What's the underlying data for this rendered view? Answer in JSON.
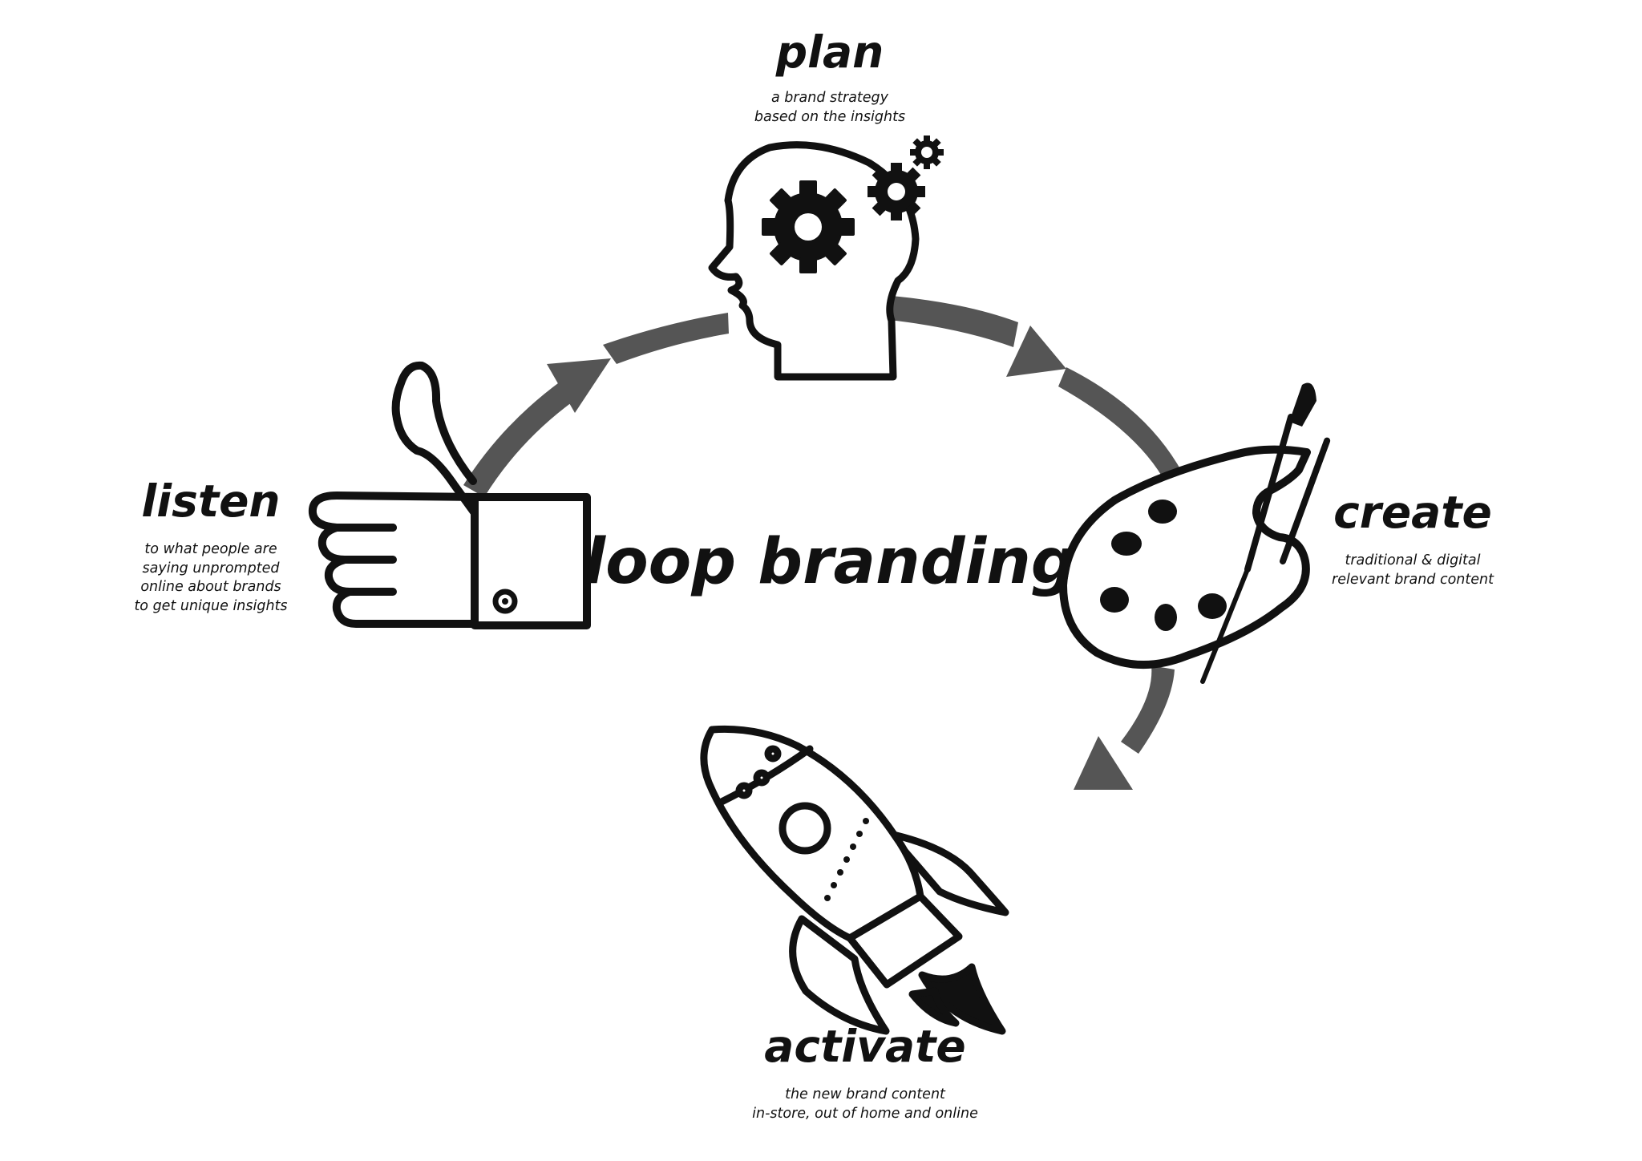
{
  "diagram": {
    "title": "loop branding",
    "colors": {
      "arrow": "#555555",
      "ink": "#111111",
      "background": "#ffffff"
    },
    "steps": [
      {
        "id": "plan",
        "title": "plan",
        "lines": [
          "a brand strategy",
          "based on the insights"
        ],
        "icon": "head-gears-icon"
      },
      {
        "id": "create",
        "title": "create",
        "lines": [
          "traditional & digital",
          "relevant brand content"
        ],
        "icon": "palette-brush-icon"
      },
      {
        "id": "activate",
        "title": "activate",
        "lines": [
          "the new brand content",
          "in-store, out of home and online"
        ],
        "icon": "rocket-icon"
      },
      {
        "id": "listen",
        "title": "listen",
        "lines": [
          "to what people are",
          "saying unprompted",
          "online about brands",
          "to get unique insights"
        ],
        "icon": "thumbs-up-icon"
      }
    ]
  }
}
